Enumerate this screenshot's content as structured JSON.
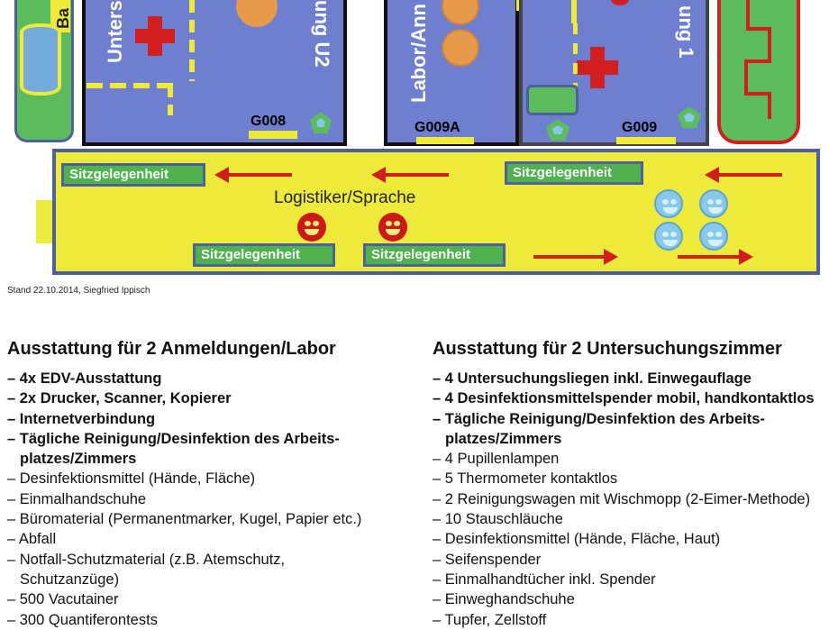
{
  "floorplan": {
    "rooms": {
      "left_label": "Unters",
      "u2_label": "ung U2",
      "g009a_label": "Labor/Ann",
      "u1_label": "ung 1",
      "top_left_fragment": "Ba"
    },
    "room_codes": {
      "g008": "G008",
      "g009a": "G009A",
      "g009": "G009"
    },
    "seating_label": "Sitzgelegenheit",
    "corridor_label": "Logistiker/Sprache",
    "caption": "Stand 22.10.2014, Siegfried Ippisch",
    "colors": {
      "room": "#6f7fcf",
      "corridor": "#eeea3a",
      "seat": "#4fb24f",
      "arrow": "#d11f1f",
      "green_block": "#5cbc5c"
    }
  },
  "left_column": {
    "heading": "Ausstattung für 2 Anmeldungen/Labor",
    "items": [
      {
        "text": "– 4x EDV-Ausstattung",
        "bold": true
      },
      {
        "text": "– 2x Drucker, Scanner, Kopierer",
        "bold": true
      },
      {
        "text": "– Internetverbindung",
        "bold": true
      },
      {
        "text": "– Tägliche Reinigung/Desinfektion des Arbeits-",
        "bold": true
      },
      {
        "text": "  platzes/Zimmers",
        "bold": true
      },
      {
        "text": "– Desinfektionsmittel (Hände, Fläche)",
        "bold": false
      },
      {
        "text": "– Einmalhandschuhe",
        "bold": false
      },
      {
        "text": "– Büromaterial (Permanentmarker, Kugel, Papier etc.)",
        "bold": false
      },
      {
        "text": "– Abfall",
        "bold": false
      },
      {
        "text": "– Notfall-Schutzmaterial (z.B. Atemschutz,",
        "bold": false
      },
      {
        "text": "  Schutzanzüge)",
        "bold": false
      },
      {
        "text": "– 500 Vacutainer",
        "bold": false
      },
      {
        "text": "– 300 Quantiferontests",
        "bold": false
      }
    ]
  },
  "right_column": {
    "heading": "Ausstattung für 2 Untersuchungszimmer",
    "items": [
      {
        "text": "– 4 Untersuchungsliegen inkl. Einwegauflage",
        "bold": true
      },
      {
        "text": "– 4 Desinfektionsmittelspender mobil, handkontaktlos",
        "bold": true
      },
      {
        "text": "– Tägliche Reinigung/Desinfektion des Arbeits-",
        "bold": true
      },
      {
        "text": "  platzes/Zimmers",
        "bold": true
      },
      {
        "text": "– 4 Pupillenlampen",
        "bold": false
      },
      {
        "text": "– 5 Thermometer kontaktlos",
        "bold": false
      },
      {
        "text": "– 2 Reinigungswagen mit Wischmopp (2-Eimer-Methode)",
        "bold": false
      },
      {
        "text": "– 10 Stauschläuche",
        "bold": false
      },
      {
        "text": "– Desinfektionsmittel (Hände, Fläche, Haut)",
        "bold": false
      },
      {
        "text": "– Seifenspender",
        "bold": false
      },
      {
        "text": "– Einmalhandtücher inkl. Spender",
        "bold": false
      },
      {
        "text": "– Einweghandschuhe",
        "bold": false
      },
      {
        "text": "– Tupfer, Zellstoff",
        "bold": false
      }
    ]
  }
}
